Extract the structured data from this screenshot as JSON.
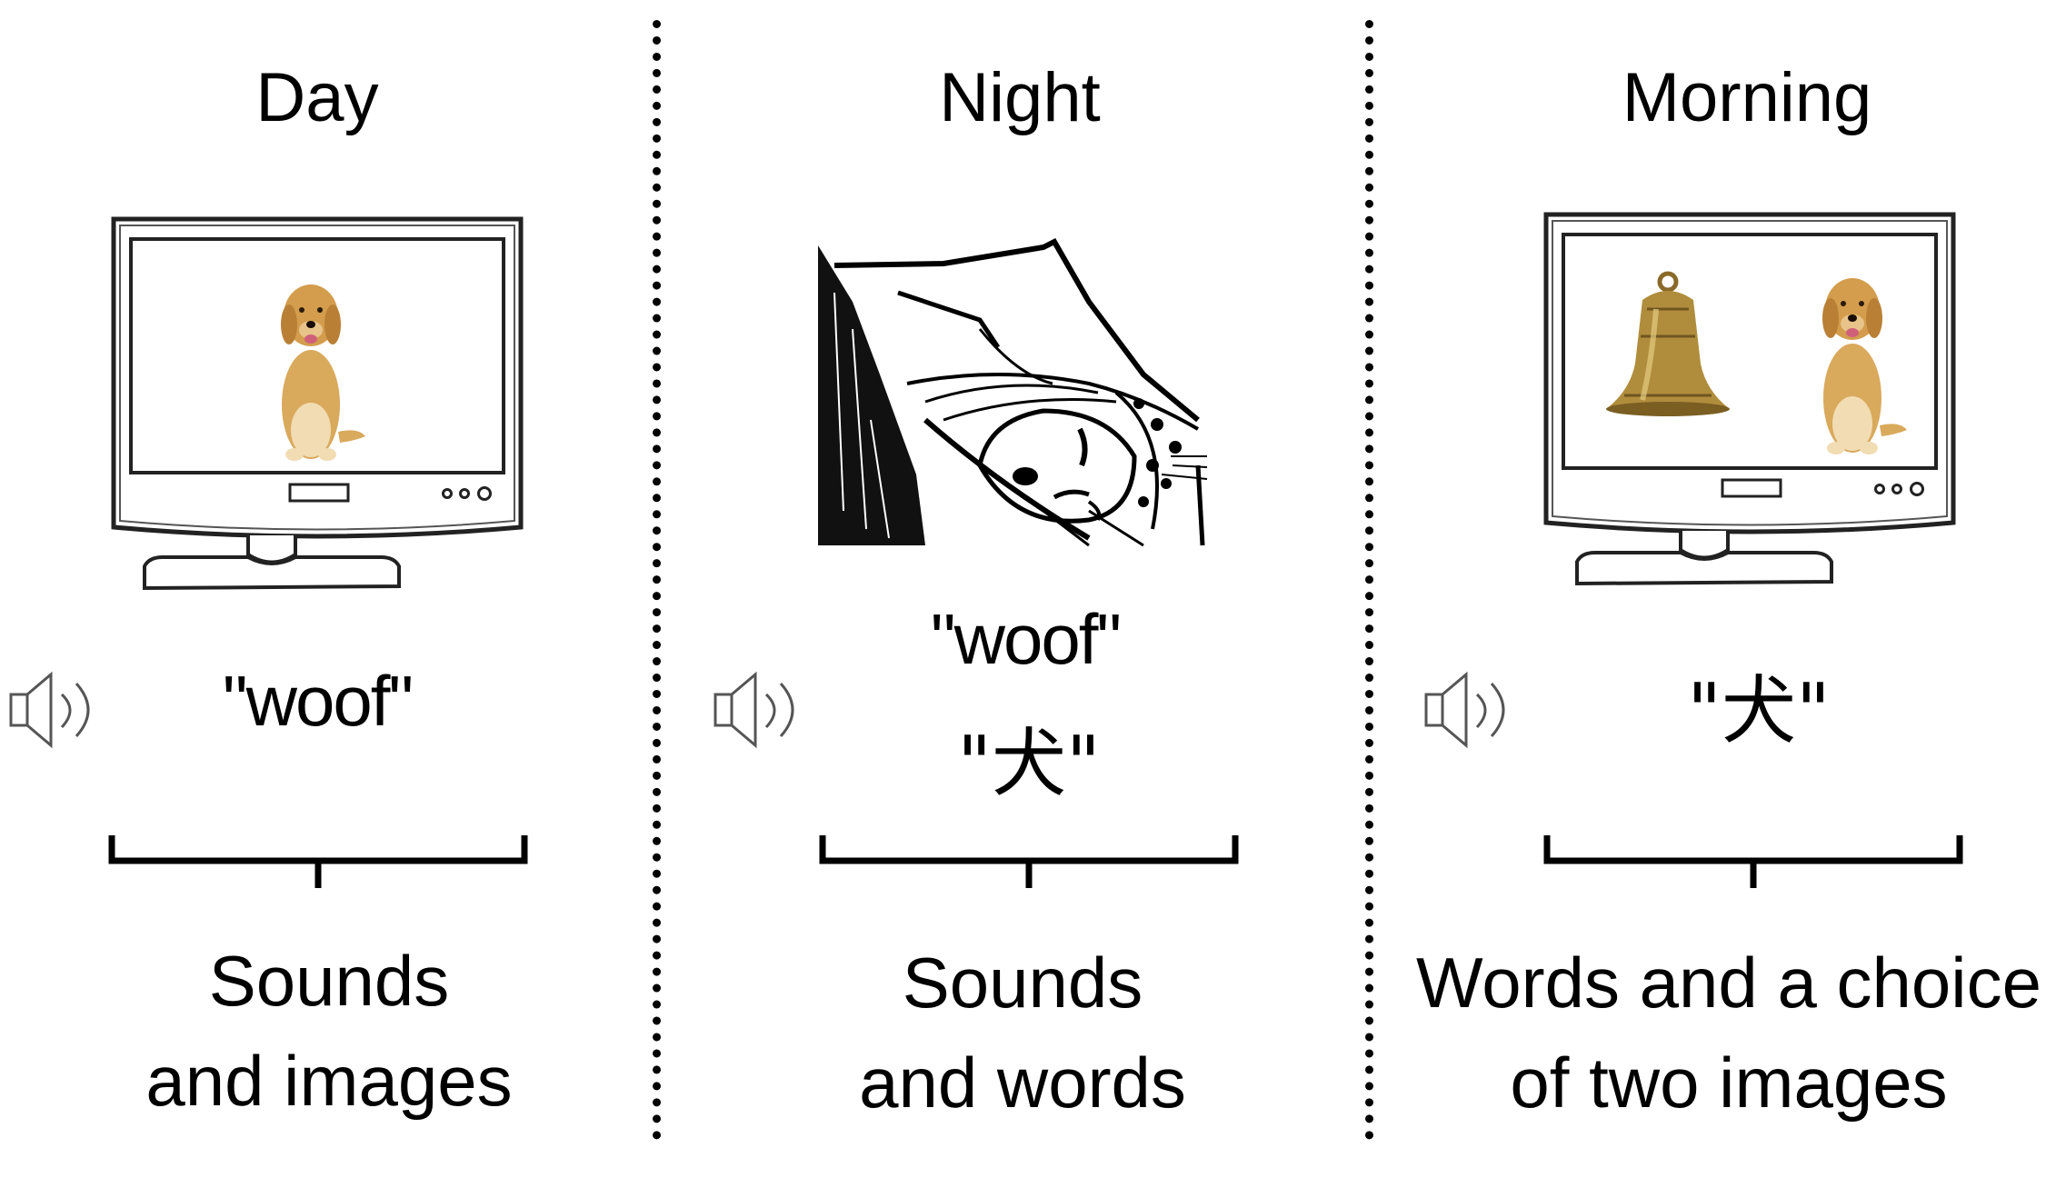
{
  "panels": [
    {
      "title": "Day",
      "stimulus_word": "\"woof\"",
      "monitor_images": [
        "dog"
      ],
      "caption_line1": "Sounds",
      "caption_line2": "and images"
    },
    {
      "title": "Night",
      "stimulus_word": "\"woof\"",
      "stimulus_kanji": "\"犬\"",
      "illustration": "sleeping-person-with-eeg-cap",
      "caption_line1": "Sounds",
      "caption_line2": "and words"
    },
    {
      "title": "Morning",
      "stimulus_kanji": "\"犬\"",
      "monitor_images": [
        "bell",
        "dog"
      ],
      "caption_line1": "Words and a choice",
      "caption_line2": "of two images"
    }
  ],
  "icons": {
    "speaker": "speaker-icon",
    "monitor": "monitor-icon",
    "bracket": "bracket-icon"
  },
  "colors": {
    "ink": "#000000",
    "background": "#ffffff",
    "dog_fur": "#d9a95c",
    "bell_brass": "#b08d3c"
  }
}
